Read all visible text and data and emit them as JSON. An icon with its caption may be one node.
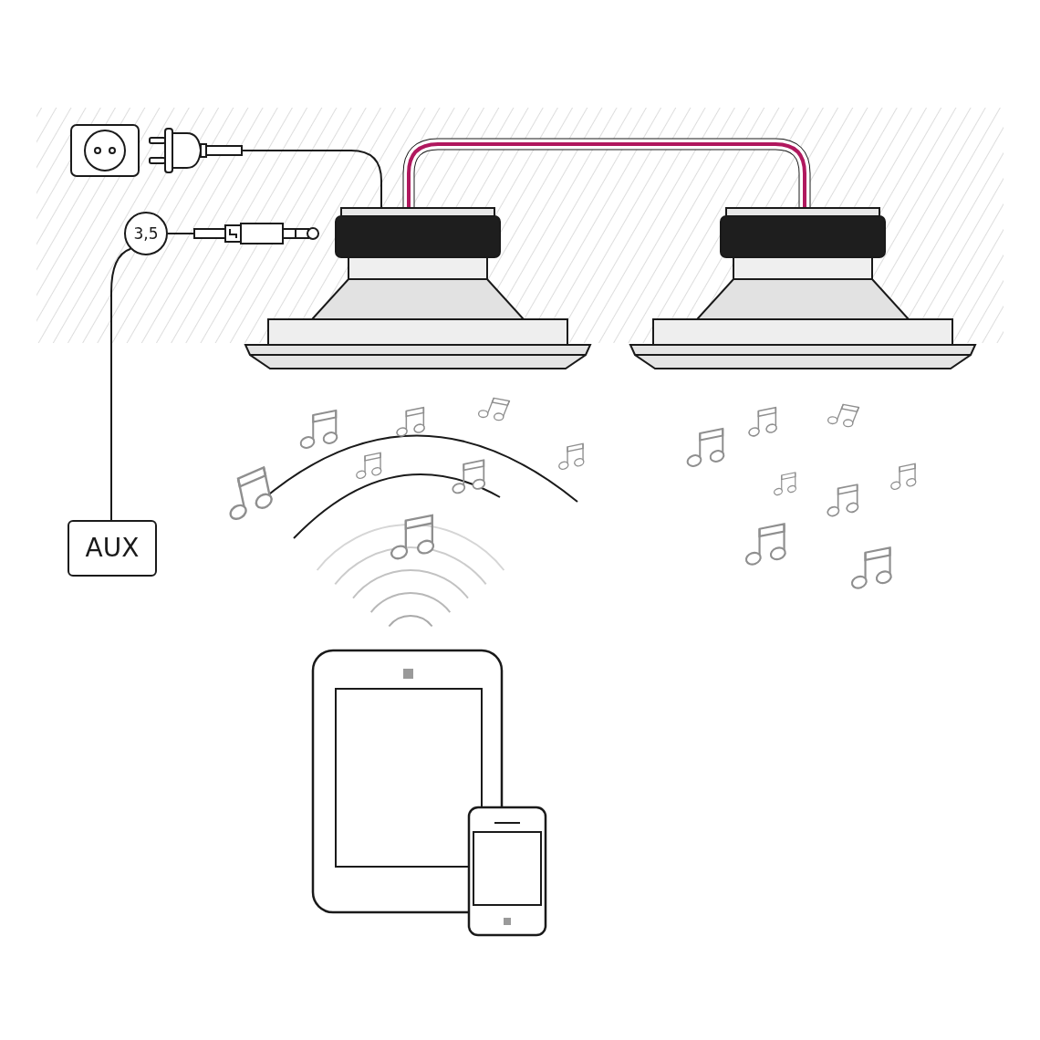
{
  "diagram": {
    "nodes": [
      {
        "text": [],
        "shape": "picture"
      },
      {
        "text": [
          "3,5"
        ]
      },
      {
        "text": [],
        "shape": "picture"
      },
      {
        "text": [
          "AUX"
        ]
      },
      {
        "text": [],
        "shape": "picture"
      },
      {
        "text": [],
        "shape": "picture"
      }
    ],
    "edges": [
      {
        "from": 0,
        "to": 4,
        "arrow": "none"
      },
      {
        "from": 1,
        "to": 3,
        "arrow": "none"
      },
      {
        "from": 1,
        "to": 2,
        "arrow": "none"
      },
      {
        "from": 4,
        "to": 5,
        "arrow": "none",
        "style": "thick",
        "color": "#b0185e"
      }
    ]
  }
}
